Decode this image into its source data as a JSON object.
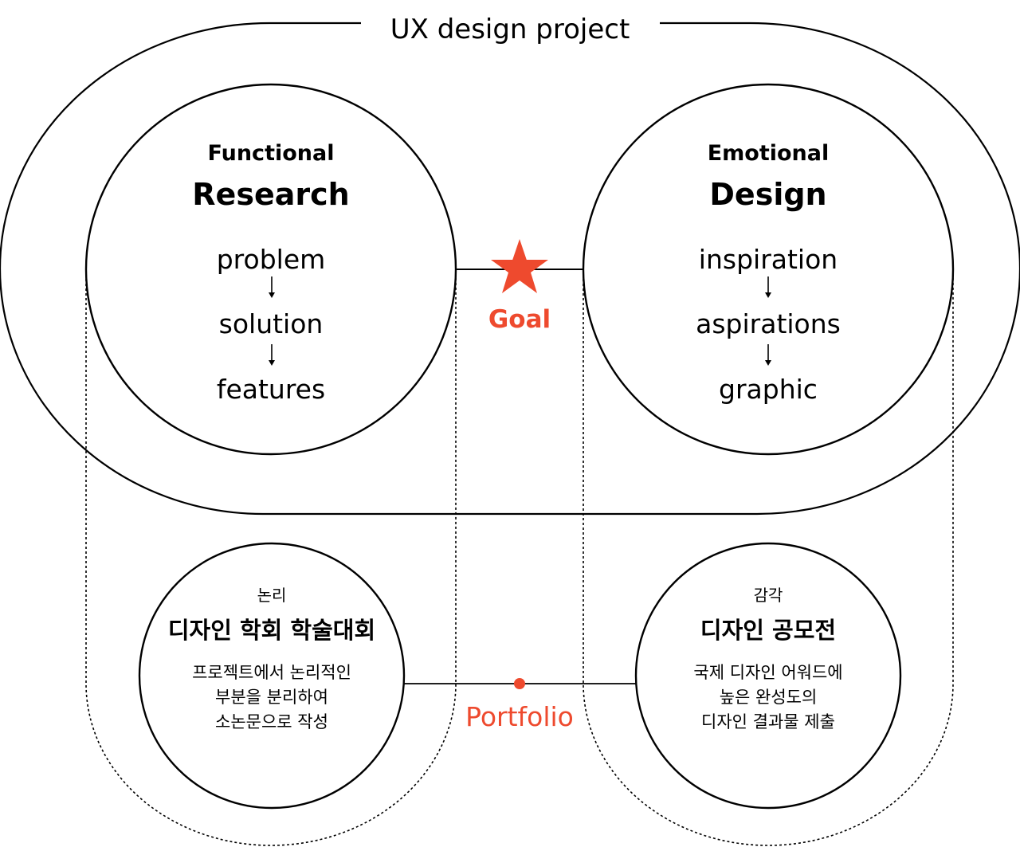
{
  "title": "UX design project",
  "left_circle": {
    "label": "Functional",
    "heading": "Research",
    "steps": [
      "problem",
      "solution",
      "features"
    ]
  },
  "right_circle": {
    "label": "Emotional",
    "heading": "Design",
    "steps": [
      "inspiration",
      "aspirations",
      "graphic"
    ]
  },
  "goal": {
    "label": "Goal",
    "icon": "star-icon"
  },
  "bottom_left": {
    "label": "논리",
    "heading": "디자인 학회 학술대회",
    "lines": [
      "프로젝트에서 논리적인",
      "부분을 분리하여",
      "소논문으로 작성"
    ]
  },
  "bottom_right": {
    "label": "감각",
    "heading": "디자인 공모전",
    "lines": [
      "국제 디자인 어워드에",
      "높은 완성도의",
      "디자인 결과물 제출"
    ]
  },
  "portfolio": {
    "label": "Portfolio"
  },
  "colors": {
    "accent": "#ee4a2e",
    "stroke": "#000000",
    "text": "#111111"
  }
}
